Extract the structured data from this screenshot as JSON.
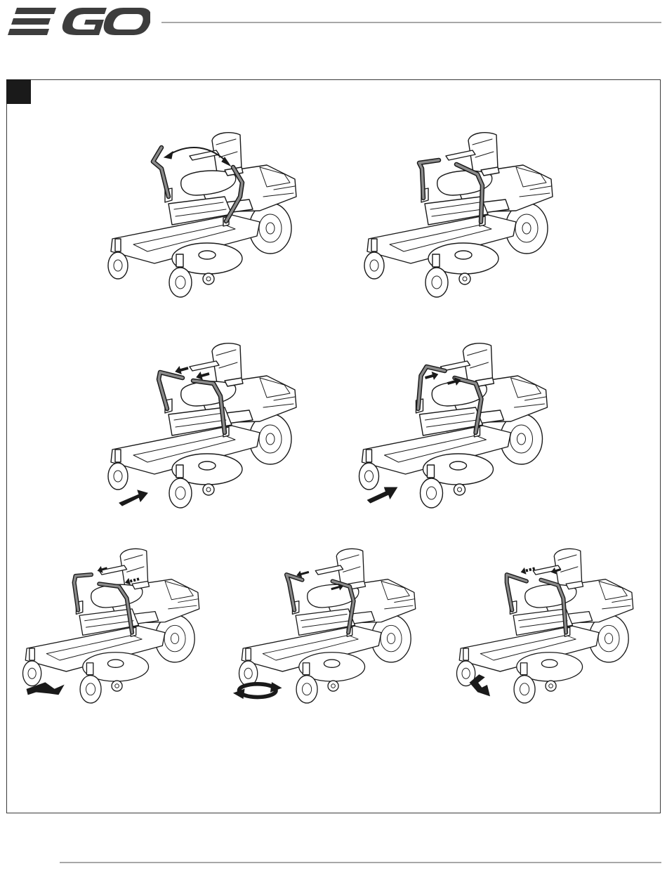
{
  "brand": {
    "logo_text": "EGO",
    "colors": {
      "logo": "#3d3d3d",
      "rule": "#a8a8a8",
      "ink": "#1a1a1a",
      "lever": "#8a8a8a"
    }
  },
  "figure": {
    "badge_icon": "section-marker",
    "panels": [
      {
        "id": "p1",
        "lever_state": "swing-in",
        "motion_icon": "double-arrow"
      },
      {
        "id": "p2",
        "lever_state": "neutral",
        "motion_icon": "none"
      },
      {
        "id": "p3",
        "lever_state": "both-forward",
        "motion_icon": "move-forward-arrow"
      },
      {
        "id": "p4",
        "lever_state": "both-backward",
        "motion_icon": "move-reverse-arrow"
      },
      {
        "id": "p5",
        "lever_state": "left-less-right-more",
        "motion_icon": "turn-left-arrow"
      },
      {
        "id": "p6",
        "lever_state": "opposite-directions",
        "motion_icon": "spin-arrows"
      },
      {
        "id": "p7",
        "lever_state": "left-more-right-less",
        "motion_icon": "turn-right-arrow"
      }
    ]
  }
}
